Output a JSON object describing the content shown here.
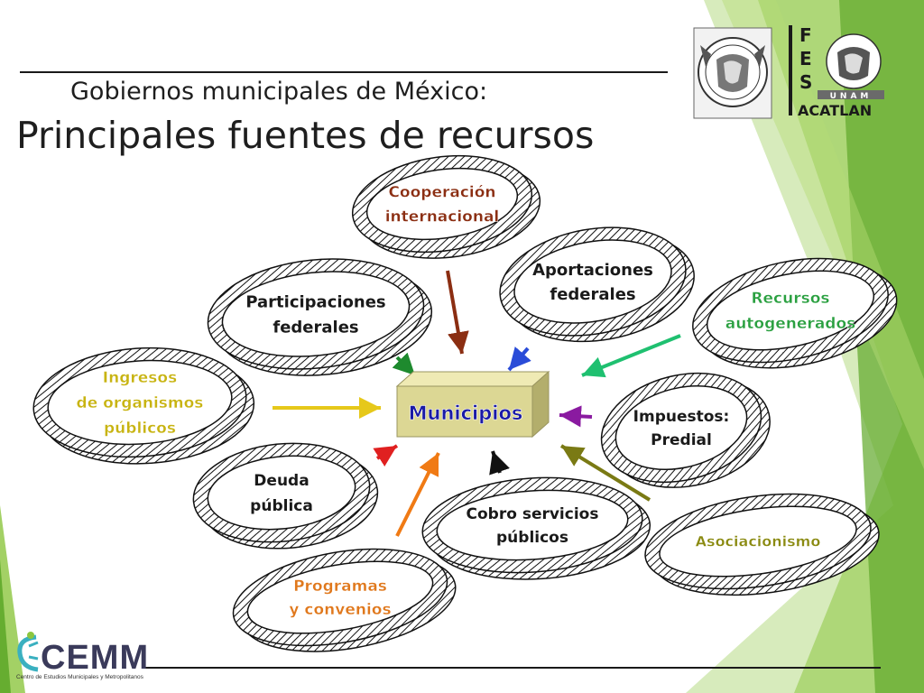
{
  "slide": {
    "subtitle": "Gobiernos municipales de México:",
    "title": "Principales fuentes de recursos"
  },
  "center": {
    "label": "Municipios",
    "color": "#1a1aa6",
    "box_color": "#dcd794"
  },
  "nodes": [
    {
      "id": "cooperacion",
      "lines": [
        "Cooperación",
        "internacional"
      ],
      "color": "#8b2e12"
    },
    {
      "id": "aportaciones",
      "lines": [
        "Aportaciones",
        "federales"
      ],
      "color": "#1a1a1a"
    },
    {
      "id": "participaciones",
      "lines": [
        "Participaciones",
        "federales"
      ],
      "color": "#1a1a1a"
    },
    {
      "id": "recursos",
      "lines": [
        "Recursos",
        "autogenerados"
      ],
      "color": "#2aa040"
    },
    {
      "id": "ingresos",
      "lines": [
        "Ingresos",
        "de organismos",
        "públicos"
      ],
      "color": "#c8b412"
    },
    {
      "id": "impuestos",
      "lines": [
        "Impuestos:",
        "Predial"
      ],
      "color": "#1a1a1a"
    },
    {
      "id": "deuda",
      "lines": [
        "Deuda",
        "pública"
      ],
      "color": "#1a1a1a"
    },
    {
      "id": "cobro",
      "lines": [
        "Cobro servicios",
        "públicos"
      ],
      "color": "#1a1a1a"
    },
    {
      "id": "asociacionismo",
      "lines": [
        "Asociacionismo"
      ],
      "color": "#8a8a10"
    },
    {
      "id": "programas",
      "lines": [
        "Programas",
        "y convenios"
      ],
      "color": "#e0781c"
    }
  ],
  "logos": {
    "fes_letters": [
      "F",
      "E",
      "S"
    ],
    "unam": "UNAM",
    "acatlan": "ACATLAN",
    "cemm": "CEMM",
    "cemm_full": "Centro de Estudios Municipales y Metropolitanos"
  }
}
